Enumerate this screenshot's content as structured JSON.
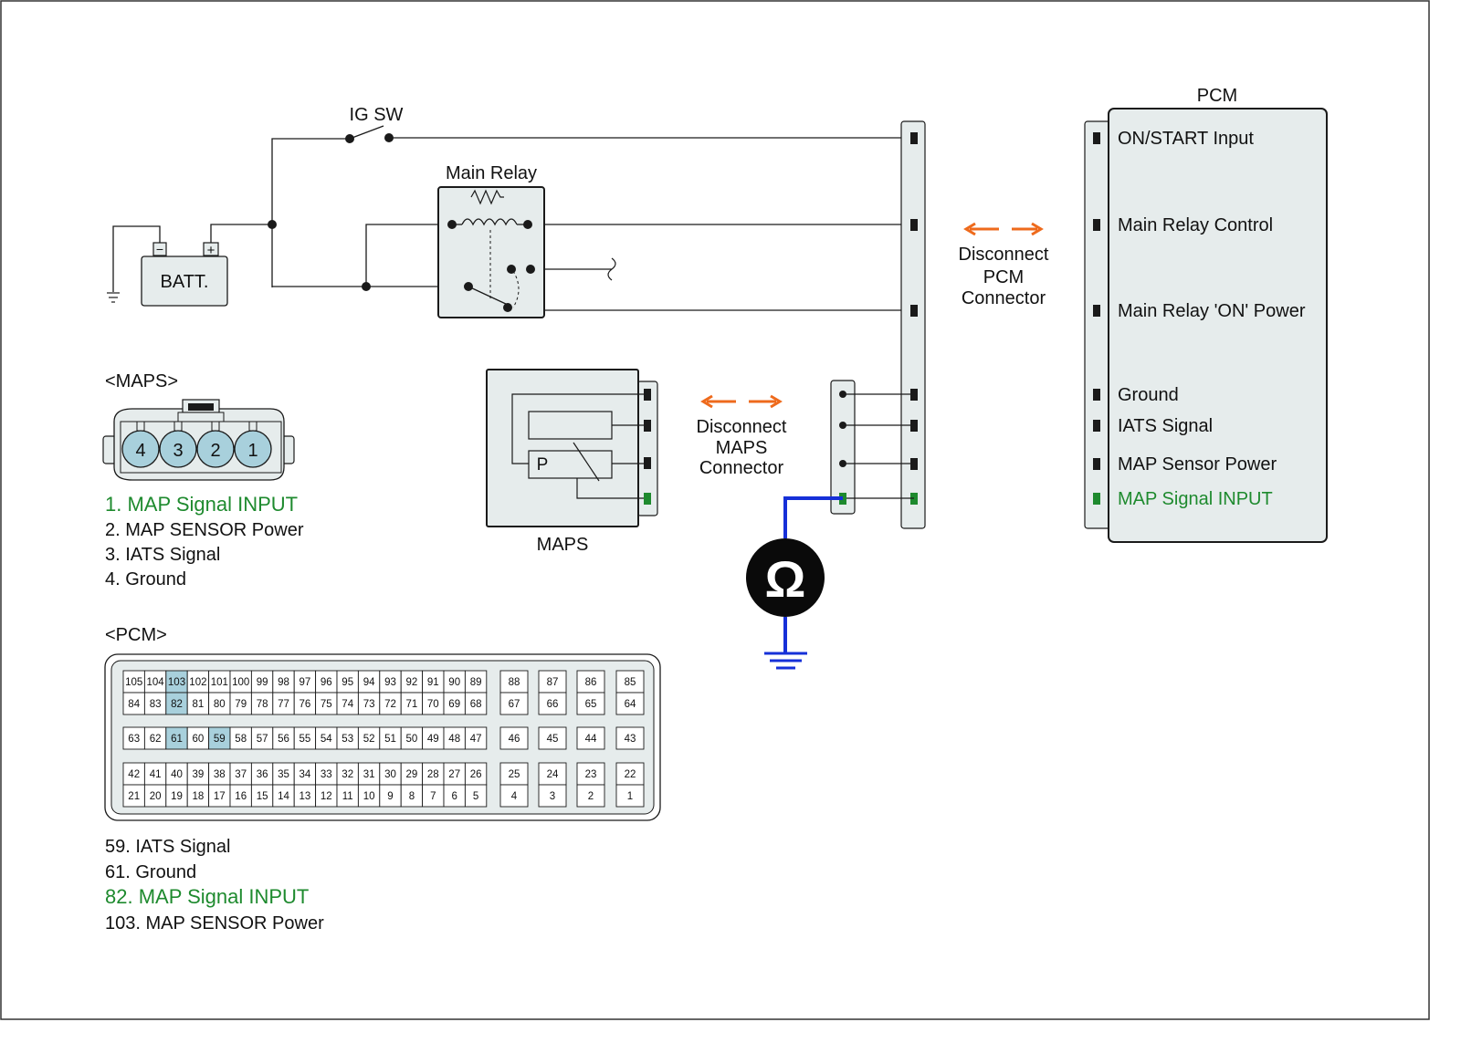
{
  "colors": {
    "wire": "#1a1a1a",
    "accent_green": "#1e8a2e",
    "accent_orange": "#ee6a1c",
    "ground_wire": "#1630d8",
    "box_fill": "#e6ecec",
    "pin_highlight": "#a8d0dc"
  },
  "labels": {
    "ig_sw": "IG SW",
    "main_relay": "Main Relay",
    "batt": "BATT.",
    "batt_neg": "−",
    "batt_pos": "+",
    "maps": "MAPS",
    "maps_p": "P",
    "pcm": "PCM",
    "ohm_symbol": "Ω",
    "disconnect_pcm": [
      "Disconnect",
      "PCM",
      "Connector"
    ],
    "disconnect_maps": [
      "Disconnect",
      "MAPS",
      "Connector"
    ]
  },
  "pcm_pins": [
    "ON/START Input",
    "Main Relay Control",
    "Main Relay 'ON' Power",
    "Ground",
    "IATS Signal",
    "MAP Sensor Power",
    "MAP Signal  INPUT"
  ],
  "maps_connector": {
    "title": "<MAPS>",
    "pin_numbers": [
      "4",
      "3",
      "2",
      "1"
    ],
    "legend": [
      {
        "text": "1. MAP Signal  INPUT",
        "highlight": true
      },
      {
        "text": "2. MAP SENSOR Power",
        "highlight": false
      },
      {
        "text": "3. IATS Signal",
        "highlight": false
      },
      {
        "text": "4. Ground",
        "highlight": false
      }
    ]
  },
  "pcm_connector": {
    "title": "<PCM>",
    "rows": [
      {
        "main": [
          "105",
          "104",
          "103",
          "102",
          "101",
          "100",
          "99",
          "98",
          "97",
          "96",
          "95",
          "94",
          "93",
          "92",
          "91",
          "90",
          "89"
        ],
        "side": [
          "88",
          "87",
          "86",
          "85"
        ]
      },
      {
        "main": [
          "84",
          "83",
          "82",
          "81",
          "80",
          "79",
          "78",
          "77",
          "76",
          "75",
          "74",
          "73",
          "72",
          "71",
          "70",
          "69",
          "68"
        ],
        "side": [
          "67",
          "66",
          "65",
          "64"
        ]
      },
      {
        "main": [
          "63",
          "62",
          "61",
          "60",
          "59",
          "58",
          "57",
          "56",
          "55",
          "54",
          "53",
          "52",
          "51",
          "50",
          "49",
          "48",
          "47"
        ],
        "side": [
          "46",
          "45",
          "44",
          "43"
        ]
      },
      {
        "main": [
          "42",
          "41",
          "40",
          "39",
          "38",
          "37",
          "36",
          "35",
          "34",
          "33",
          "32",
          "31",
          "30",
          "29",
          "28",
          "27",
          "26"
        ],
        "side": [
          "25",
          "24",
          "23",
          "22"
        ]
      },
      {
        "main": [
          "21",
          "20",
          "19",
          "18",
          "17",
          "16",
          "15",
          "14",
          "13",
          "12",
          "11",
          "10",
          "9",
          "8",
          "7",
          "6",
          "5"
        ],
        "side": [
          "4",
          "3",
          "2",
          "1"
        ]
      }
    ],
    "highlighted_pins": [
      "103",
      "82",
      "61",
      "59"
    ],
    "legend": [
      {
        "text": "59. IATS Signal",
        "highlight": false
      },
      {
        "text": "61. Ground",
        "highlight": false
      },
      {
        "text": "82. MAP Signal  INPUT",
        "highlight": true
      },
      {
        "text": "103. MAP SENSOR Power",
        "highlight": false
      }
    ]
  }
}
